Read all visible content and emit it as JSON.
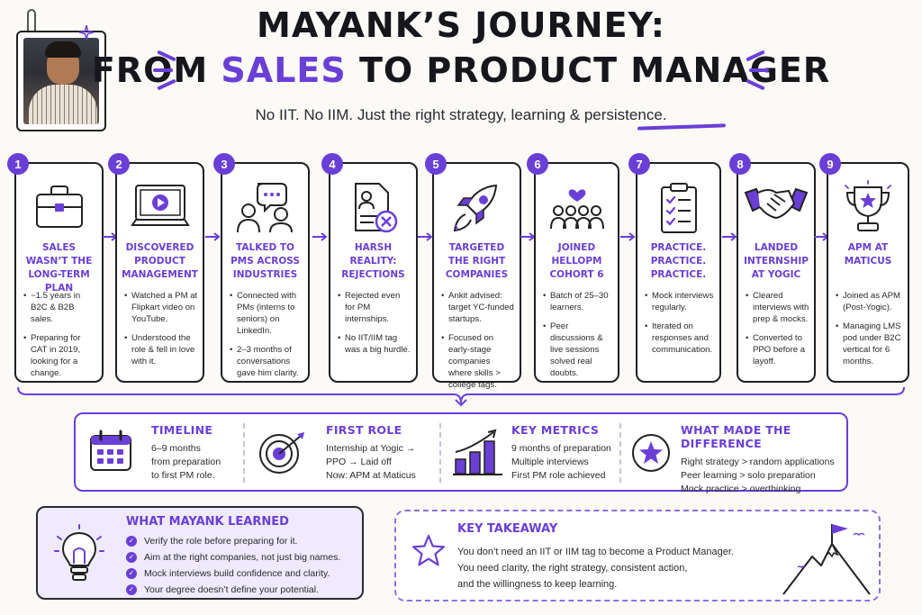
{
  "header": {
    "title_line1": "MAYANK’S JOURNEY:",
    "title_line2_a": "FROM ",
    "title_line2_accent": "SALES",
    "title_line2_b": " TO PRODUCT MANAGER",
    "subtitle": "No IIT. No IIM. Just the right strategy, learning & persistence.",
    "accent_color": "#6a3fd6"
  },
  "steps": [
    {
      "num": "1",
      "icon": "briefcase-icon",
      "title": "Sales wasn’t the long-term plan",
      "bullets": [
        "~1.5 years in B2C & B2B sales.",
        "Preparing for CAT in 2019, looking for a change."
      ]
    },
    {
      "num": "2",
      "icon": "video-monitor-icon",
      "title": "Discovered Product Management",
      "bullets": [
        "Watched a PM at Flipkart video on YouTube.",
        "Understood the role & fell in love with it."
      ]
    },
    {
      "num": "3",
      "icon": "people-chat-icon",
      "title": "Talked to PMs across industries",
      "bullets": [
        "Connected with PMs (interns to seniors) on LinkedIn.",
        "2–3 months of conversations gave him clarity."
      ]
    },
    {
      "num": "4",
      "icon": "rejected-resume-icon",
      "title": "Harsh reality: rejections",
      "bullets": [
        "Rejected even for PM internships.",
        "No IIT/IIM tag was a big hurdle."
      ]
    },
    {
      "num": "5",
      "icon": "rocket-icon",
      "title": "Targeted the right companies",
      "bullets": [
        "Ankit advised: target YC-funded startups.",
        "Focused on early-stage companies where skills > college tags."
      ]
    },
    {
      "num": "6",
      "icon": "community-icon",
      "title": "Joined HelloPM Cohort 6",
      "bullets": [
        "Batch of 25–30 learners.",
        "Peer discussions & live sessions solved real doubts."
      ]
    },
    {
      "num": "7",
      "icon": "checklist-icon",
      "title": "Practice. Practice. Practice.",
      "bullets": [
        "Mock interviews regularly.",
        "Iterated on responses and communication."
      ]
    },
    {
      "num": "8",
      "icon": "handshake-icon",
      "title": "Landed internship at Yogic",
      "bullets": [
        "Cleared interviews with prep & mocks.",
        "Converted to PPO before a layoff."
      ]
    },
    {
      "num": "9",
      "icon": "trophy-icon",
      "title": "APM at Maticus",
      "bullets": [
        "Joined as APM (Post-Yogic).",
        "Managing LMS pod under B2C vertical for 6 months."
      ]
    }
  ],
  "summary": {
    "timeline": {
      "title": "TIMELINE",
      "icon": "calendar-icon",
      "text": [
        "6–9 months",
        "from preparation",
        "to first PM role."
      ]
    },
    "first_role": {
      "title": "FIRST ROLE",
      "icon": "target-icon",
      "text": [
        "Internship at Yogic →",
        "PPO → Laid off",
        "Now: APM at Maticus"
      ]
    },
    "key_metrics": {
      "title": "KEY METRICS",
      "icon": "bar-growth-icon",
      "text": [
        "9 months of preparation",
        "Multiple interviews",
        "First PM role achieved"
      ]
    },
    "difference": {
      "title": "WHAT MADE THE DIFFERENCE",
      "icon": "star-badge-icon",
      "text": [
        "Right strategy > random applications",
        "Peer learning > solo preparation",
        "Mock practice > overthinking"
      ]
    }
  },
  "learned": {
    "title": "WHAT MAYANK LEARNED",
    "icon": "lightbulb-icon",
    "items": [
      "Verify the role before preparing for it.",
      "Aim at the right companies, not just big names.",
      "Mock interviews build confidence and clarity.",
      "Your degree doesn’t define your potential."
    ]
  },
  "takeaway": {
    "title": "KEY TAKEAWAY",
    "icon": "star-icon",
    "lines": [
      "You don’t need an IIT or IIM tag to become a Product Manager.",
      "You need clarity, the right strategy, consistent action,",
      "and the willingness to keep learning."
    ],
    "illustration": "mountain-flag-icon"
  }
}
